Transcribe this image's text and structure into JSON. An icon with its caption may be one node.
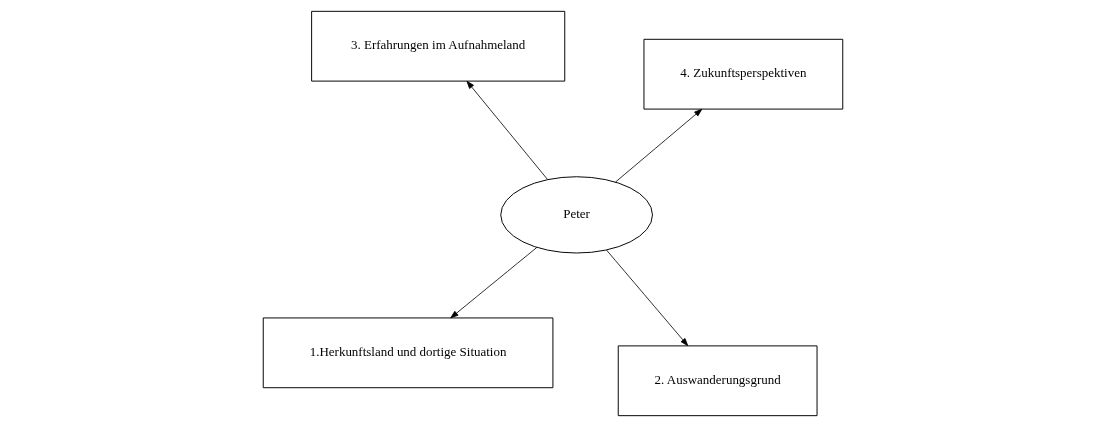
{
  "diagram": {
    "nodes": [
      {
        "text": [
          "1.Herkunftsland und dortige Situation"
        ]
      },
      {
        "text": [
          "2. Auswanderungsgrund"
        ]
      },
      {
        "text": [
          "Peter"
        ]
      },
      {
        "text": [
          "3. Erfahrungen im Aufnahmeland"
        ]
      },
      {
        "text": [
          "4. Zukunftsperspektiven"
        ]
      }
    ],
    "edges": [
      {
        "from": 2,
        "to": 0,
        "arrow": "to"
      },
      {
        "from": 2,
        "to": 1,
        "arrow": "to"
      },
      {
        "from": 2,
        "to": 3,
        "arrow": "to"
      },
      {
        "from": 2,
        "to": 4,
        "arrow": "to"
      }
    ]
  }
}
